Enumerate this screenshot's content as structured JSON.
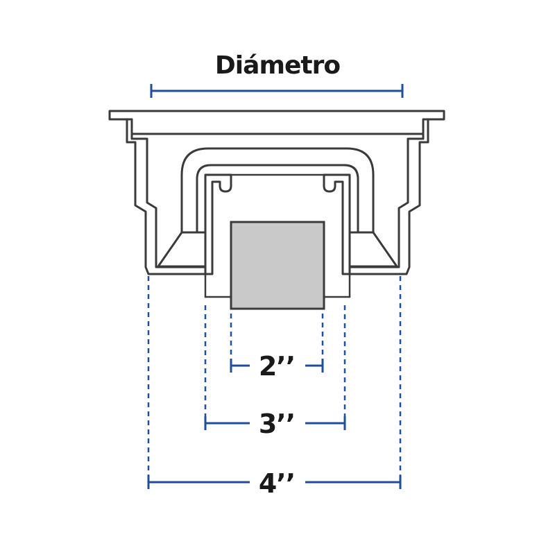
{
  "title": "Diámetro",
  "dimensions": [
    {
      "id": "dim-2",
      "label": "2’’"
    },
    {
      "id": "dim-3",
      "label": "3’’"
    },
    {
      "id": "dim-4",
      "label": "4’’"
    }
  ],
  "colors": {
    "dimension_blue": "#1f4f9c",
    "outline": "#3a3a3a",
    "pipe_fill": "#c9c9c9",
    "text": "#1a1a1a"
  }
}
